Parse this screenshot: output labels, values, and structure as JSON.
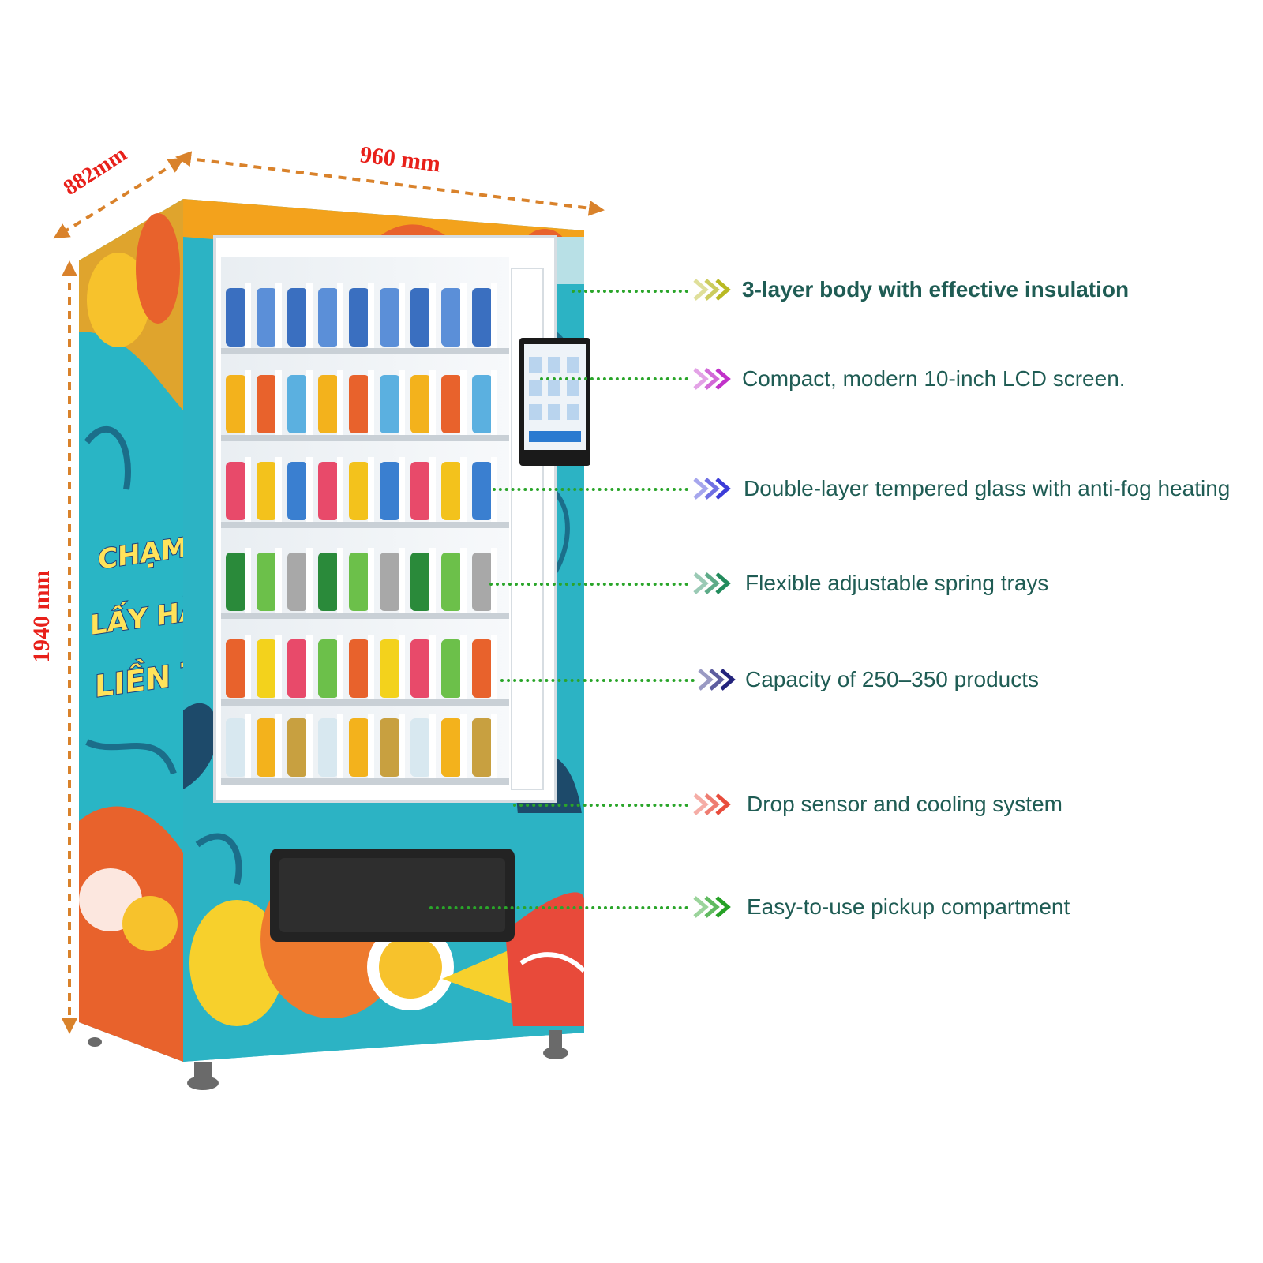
{
  "dimensions": {
    "depth": "882mm",
    "width": "960 mm",
    "height": "1940 mm"
  },
  "machine": {
    "side_sign": [
      "CHẠM &",
      "LẤY HÀNG",
      "LIỀN TAY"
    ]
  },
  "features": [
    {
      "text": "3-layer body with effective insulation",
      "arrow_color": "#b8b820",
      "bold": true
    },
    {
      "text": "Compact, modern 10-inch LCD screen.",
      "arrow_color": "#c030c8",
      "bold": false
    },
    {
      "text": "Double-layer tempered glass with anti-fog heating",
      "arrow_color": "#3a3ad8",
      "bold": false
    },
    {
      "text": "Flexible adjustable spring trays",
      "arrow_color": "#1f8a5a",
      "bold": false
    },
    {
      "text": "Capacity of 250–350 products",
      "arrow_color": "#20207a",
      "bold": false
    },
    {
      "text": "Drop sensor and cooling system",
      "arrow_color": "#e84a3a",
      "bold": false
    },
    {
      "text": "Easy-to-use pickup compartment",
      "arrow_color": "#22a022",
      "bold": false
    }
  ],
  "colors": {
    "dimension_arrow": "#d9822b",
    "dimension_text": "#e8201a",
    "leader_dots": "#2aa52a",
    "body_teal": "#29b5c5",
    "feature_text": "#1f5c54"
  }
}
